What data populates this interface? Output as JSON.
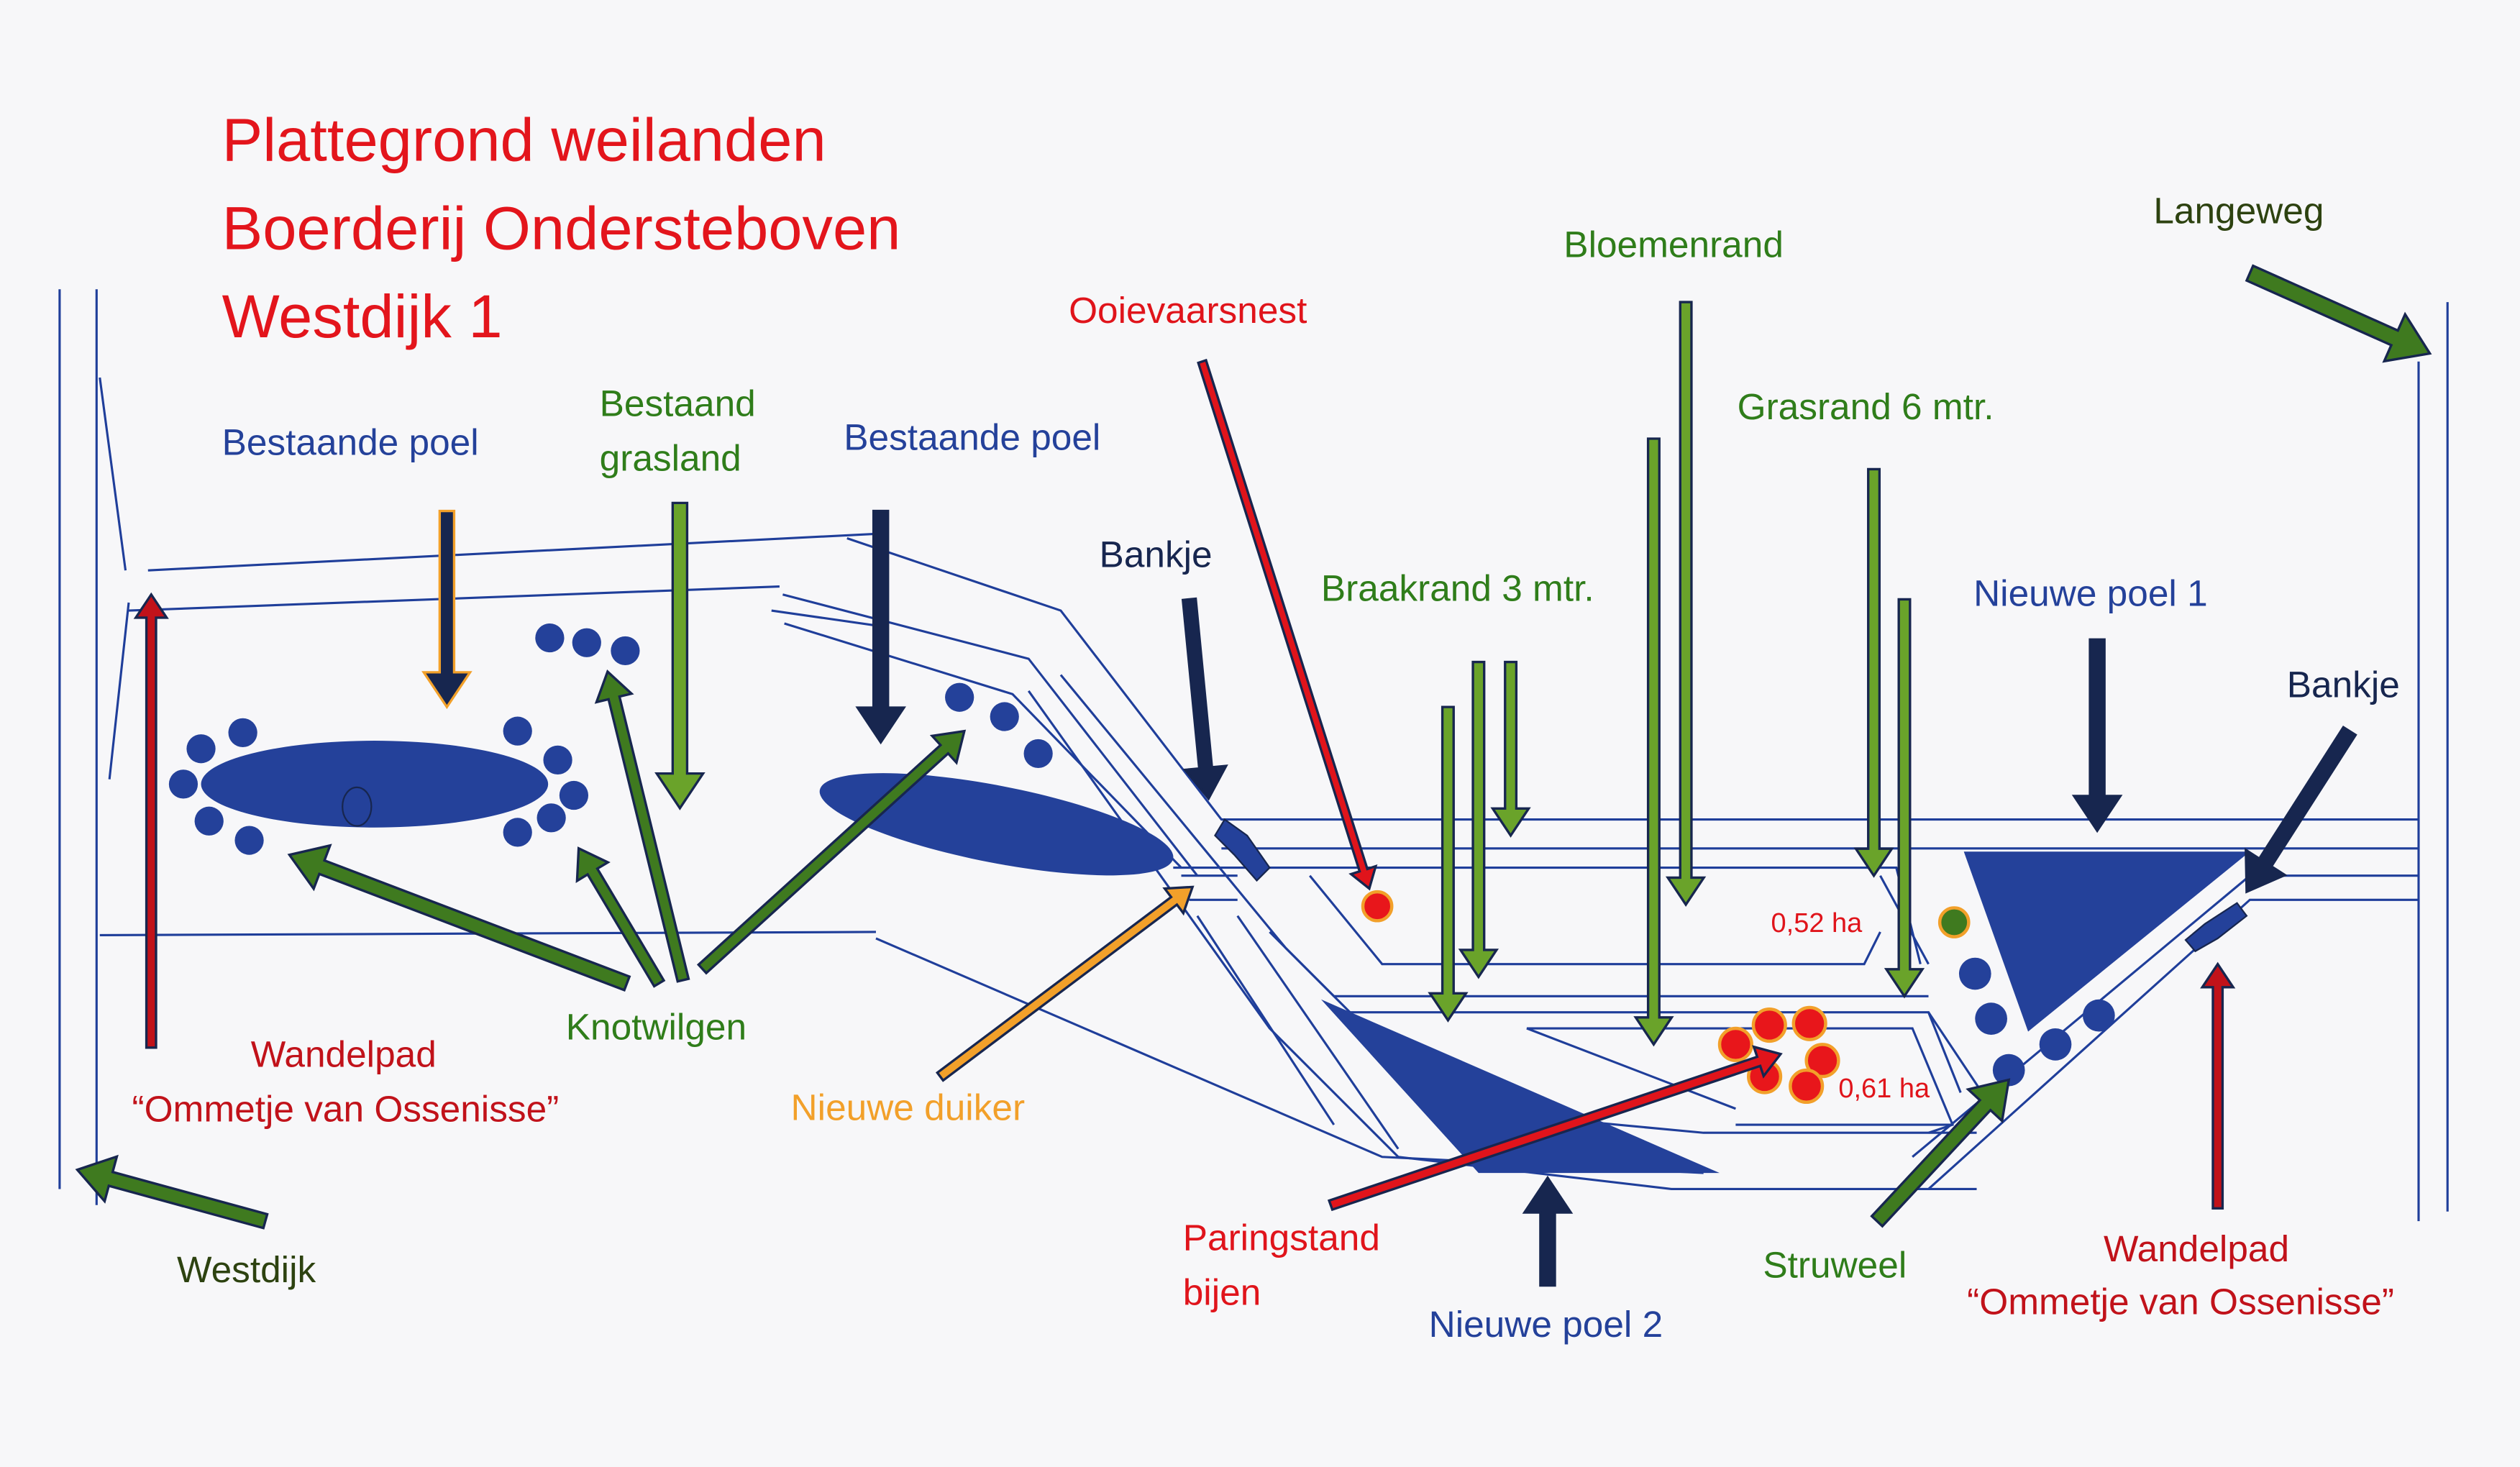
{
  "title": {
    "line1": "Plattegrond weilanden",
    "line2": "Boerderij Ondersteboven",
    "line3": "Westdijk 1"
  },
  "labels": {
    "bestaande_poel_1": "Bestaande poel",
    "bestaand_grasland_1": "Bestaand",
    "bestaand_grasland_2": "grasland",
    "bestaande_poel_2": "Bestaande poel",
    "ooievaarsnest": "Ooievaarsnest",
    "bloemenrand": "Bloemenrand",
    "langeweg": "Langeweg",
    "grasrand": "Grasrand 6 mtr.",
    "bankje_1": "Bankje",
    "braakrand": "Braakrand 3 mtr.",
    "nieuwe_poel_1": "Nieuwe poel 1",
    "bankje_2": "Bankje",
    "area_1": "0,52 ha",
    "area_2": "0,61 ha",
    "knotwilgen": "Knotwilgen",
    "wandelpad_left_1": "Wandelpad",
    "wandelpad_left_2": "“Ommetje van Ossenisse”",
    "nieuwe_duiker": "Nieuwe duiker",
    "westdijk": "Westdijk",
    "paringstand_1": "Paringstand",
    "paringstand_2": "bijen",
    "nieuwe_poel_2": "Nieuwe poel 2",
    "struweel": "Struweel",
    "wandelpad_right_1": "Wandelpad",
    "wandelpad_right_2": "“Ommetje van Ossenisse”"
  },
  "colors": {
    "title_red": "#e3151c",
    "pond_blue": "#24419a",
    "arrow_green": "#6aa32a",
    "arrow_darkgreen": "#3f7a1f",
    "arrow_red": "#e0141b",
    "arrow_navy": "#17264f",
    "arrow_orange": "#f2a02a",
    "road_line": "#1f3e9a"
  }
}
